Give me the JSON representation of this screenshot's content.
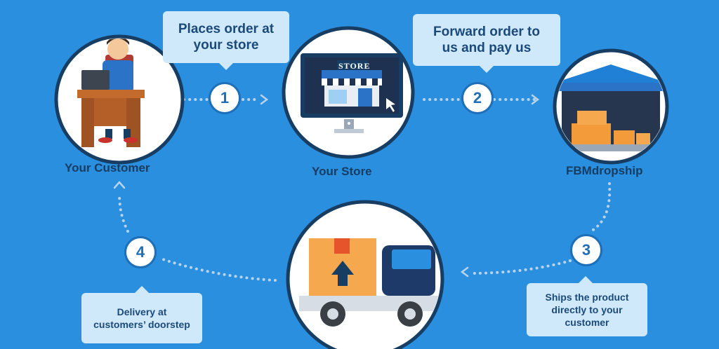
{
  "nodes": {
    "customer": {
      "label": "Your Customer"
    },
    "store": {
      "label": "Your Store",
      "sign": "STORE"
    },
    "warehouse": {
      "label": "FBMdropship"
    }
  },
  "steps": [
    {
      "number": "1",
      "text_lines": [
        "Places order at",
        "your store"
      ]
    },
    {
      "number": "2",
      "text_lines": [
        "Forward order to",
        "us and pay us"
      ]
    },
    {
      "number": "3",
      "text_lines": [
        "Ships the product",
        "directly to your",
        "customer"
      ]
    },
    {
      "number": "4",
      "text_lines": [
        "Delivery at",
        "customers’ doorstep"
      ]
    }
  ],
  "colors": {
    "background": "#2a8fdf",
    "bubble": "#cfe9fb",
    "dark_text": "#173d63",
    "dots": "#b8d3ea",
    "accent_orange": "#f39a3a"
  }
}
